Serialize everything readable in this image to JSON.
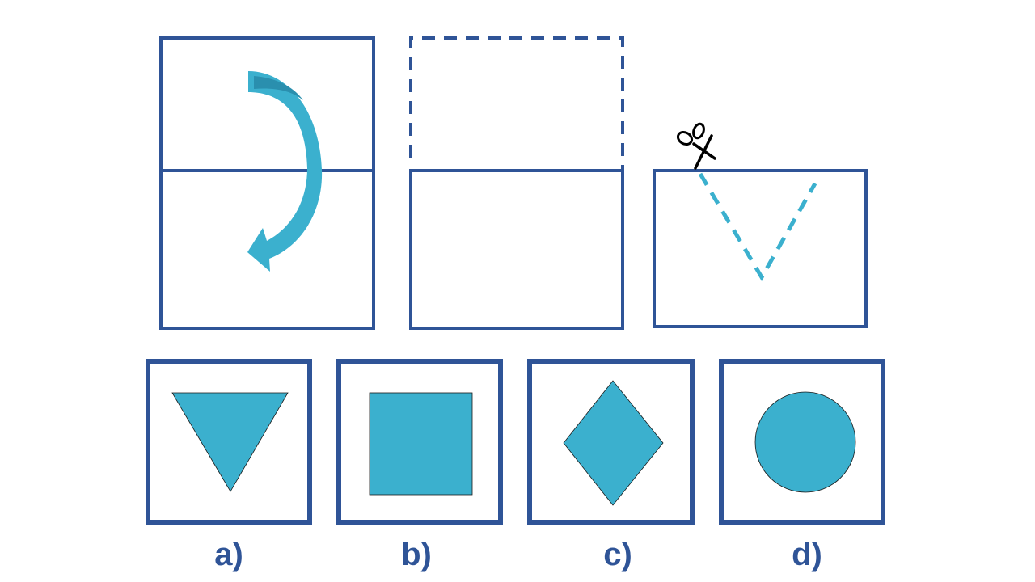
{
  "colors": {
    "frame": "#2f5497",
    "accent": "#3bb0ce",
    "arrow_shadow": "#2a8fae",
    "background": "#ffffff"
  },
  "steps": [
    {
      "name": "fold-step",
      "icons": [
        "curved-arrow-icon"
      ]
    },
    {
      "name": "folded-step",
      "icons": []
    },
    {
      "name": "cut-step",
      "icons": [
        "scissors-icon"
      ]
    }
  ],
  "options": [
    {
      "label": "a)",
      "shape": "triangle"
    },
    {
      "label": "b)",
      "shape": "square"
    },
    {
      "label": "c)",
      "shape": "diamond"
    },
    {
      "label": "d)",
      "shape": "circle"
    }
  ]
}
